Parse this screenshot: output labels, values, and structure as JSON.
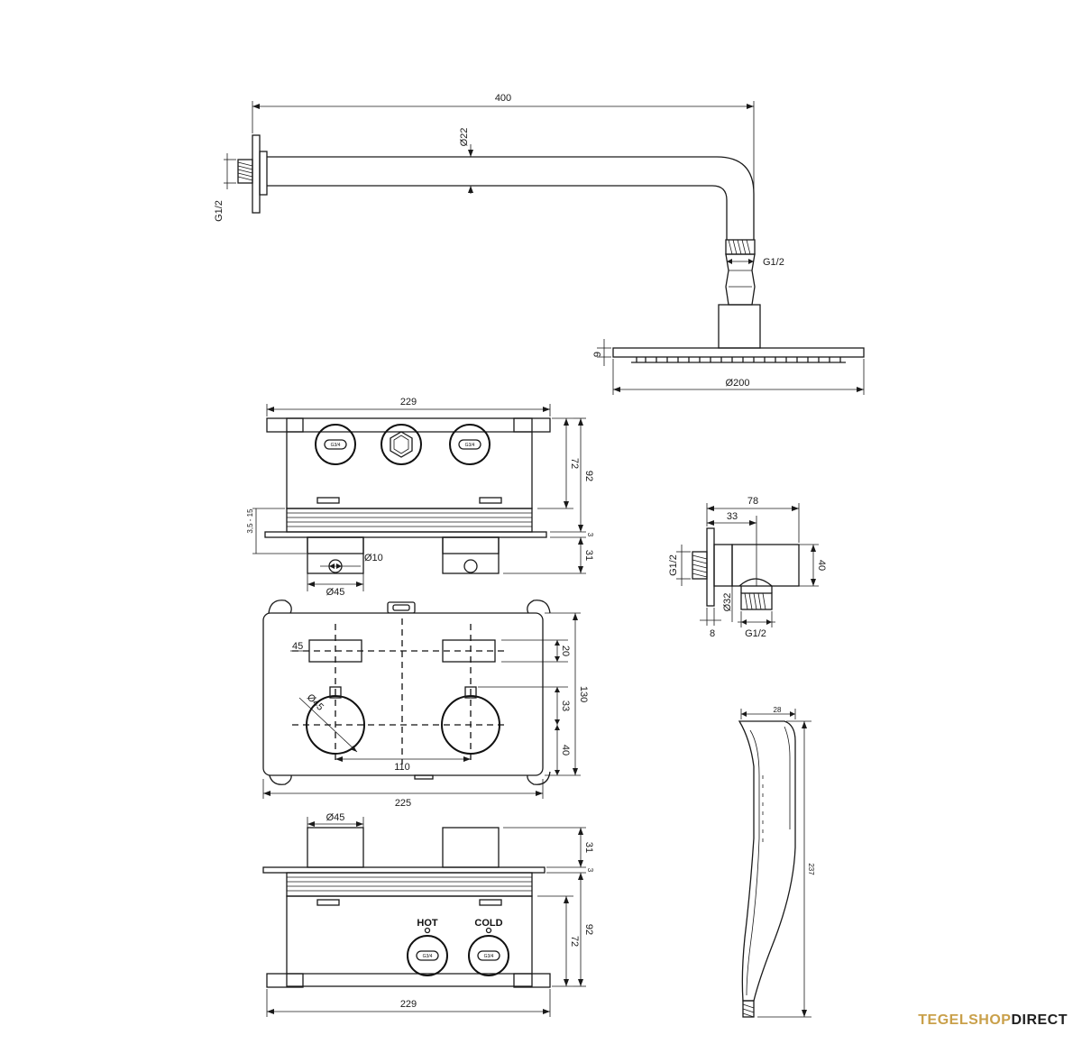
{
  "shower_arm": {
    "length": "400",
    "diameter": "Ø22",
    "thread_wall": "G1/2",
    "thread_head": "G1/2"
  },
  "head_shower": {
    "diameter": "Ø200",
    "height": "9"
  },
  "valve_top_view": {
    "width": "229",
    "depth": "72",
    "total_depth": "92",
    "plate_thickness": "3",
    "knob_depth": "31",
    "range": "3,5 - 15",
    "knob_diameter": "Ø45",
    "hole_diameter": "Ø10",
    "port_label": "G3/4"
  },
  "valve_front_view": {
    "width": "225",
    "height": "130",
    "button_width": "45",
    "button_height": "20",
    "knob_to_button": "33",
    "knob_to_bottom": "40",
    "knob_spacing": "110",
    "knob_diameter": "Ø45"
  },
  "valve_bottom_view": {
    "width": "229",
    "knob_diameter": "Ø45",
    "knob_depth": "31",
    "plate_thickness": "3",
    "depth": "72",
    "total_depth": "92",
    "hot_label": "HOT",
    "cold_label": "COLD",
    "port_label": "G3/4"
  },
  "wall_outlet": {
    "total_length": "78",
    "offset": "33",
    "height": "40",
    "flange": "8",
    "outlet_diameter": "Ø32",
    "thread_wall": "G1/2",
    "thread_outlet": "G1/2"
  },
  "hand_shower": {
    "width": "28",
    "length": "237"
  },
  "brand": {
    "part1": "TEGELSHOP",
    "part2": "DIRECT",
    "color_primary": "#c9a04a",
    "color_secondary": "#1e1e1e"
  }
}
